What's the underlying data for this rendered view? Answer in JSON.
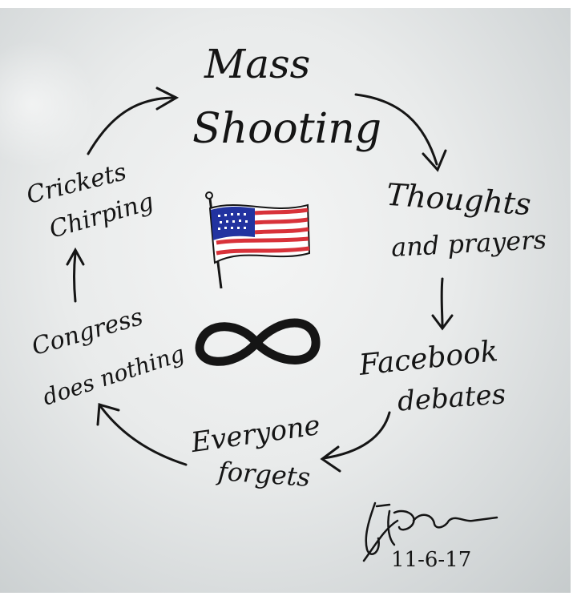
{
  "cycle": {
    "mass": "Mass",
    "shooting": "Shooting",
    "thoughts": "Thoughts",
    "and_prayers": "and prayers",
    "facebook": "Facebook",
    "debates": "debates",
    "everyone": "Everyone",
    "forgets": "forgets",
    "congress": "Congress",
    "does_nothing": "does nothing",
    "crickets": "Crickets",
    "chirping": "Chirping"
  },
  "signature": {
    "name": "J. Fishman",
    "date": "11-6-17"
  },
  "colors": {
    "ink": "#151515",
    "flag_red": "#d8323a",
    "flag_blue": "#2233a0",
    "board": "#e9ebeb"
  },
  "icons": [
    "american-flag-icon",
    "infinity-icon"
  ]
}
